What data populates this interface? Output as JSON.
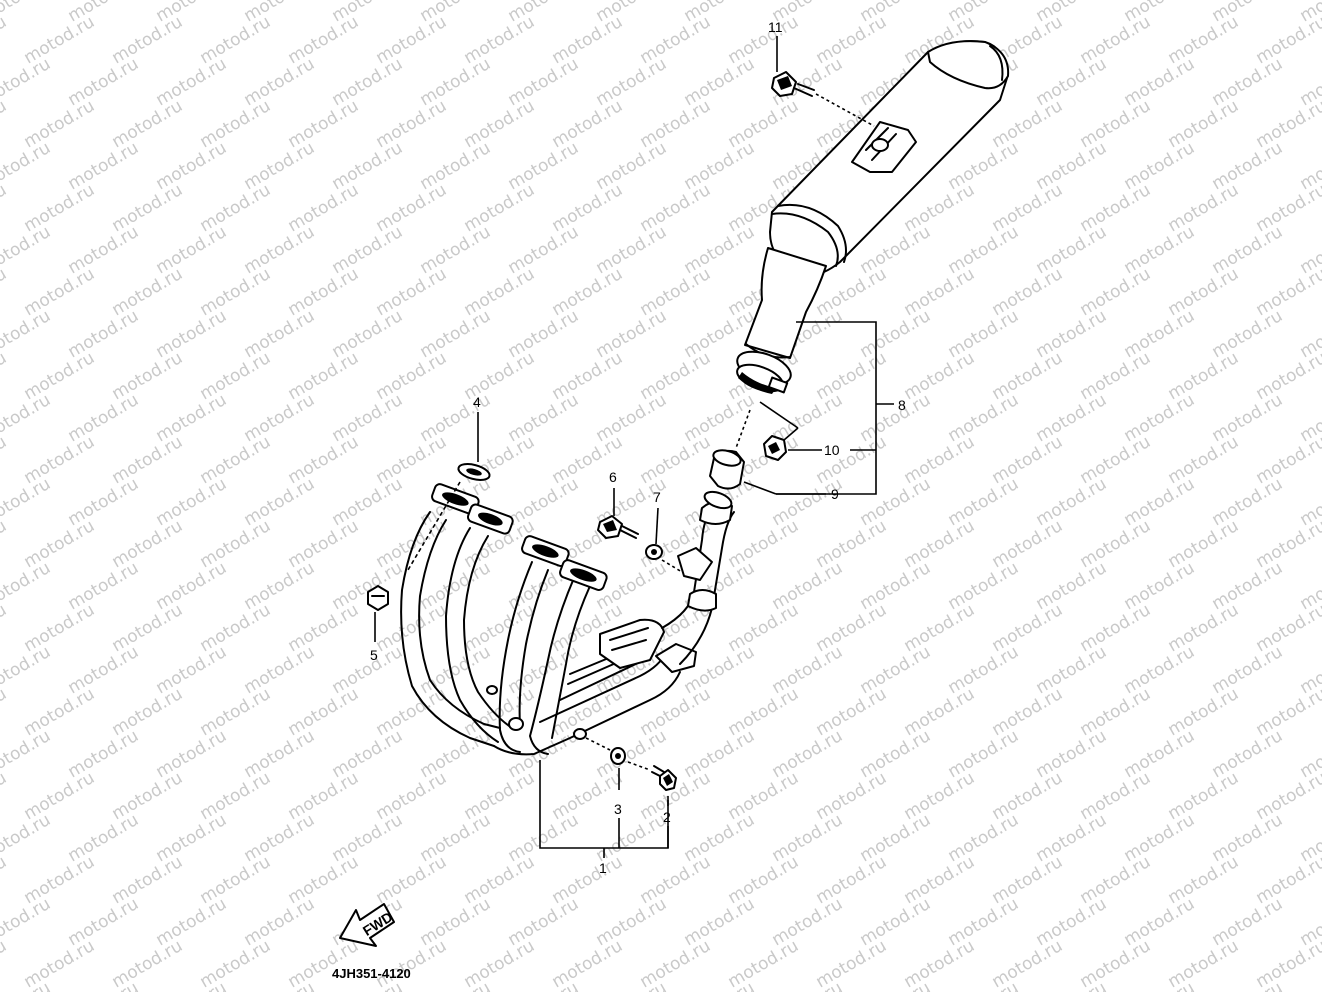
{
  "watermark": {
    "text": "motod.ru"
  },
  "callouts": {
    "c1": "1",
    "c2": "2",
    "c3": "3",
    "c4": "4",
    "c5": "5",
    "c6": "6",
    "c7": "7",
    "c8": "8",
    "c9": "9",
    "c10": "10",
    "c11": "11"
  },
  "direction_marker": {
    "text": "FWD"
  },
  "diagram_code": "4JH351-4120",
  "colors": {
    "line": "#000000",
    "watermark": "#c9c9c9",
    "background": "#ffffff"
  }
}
